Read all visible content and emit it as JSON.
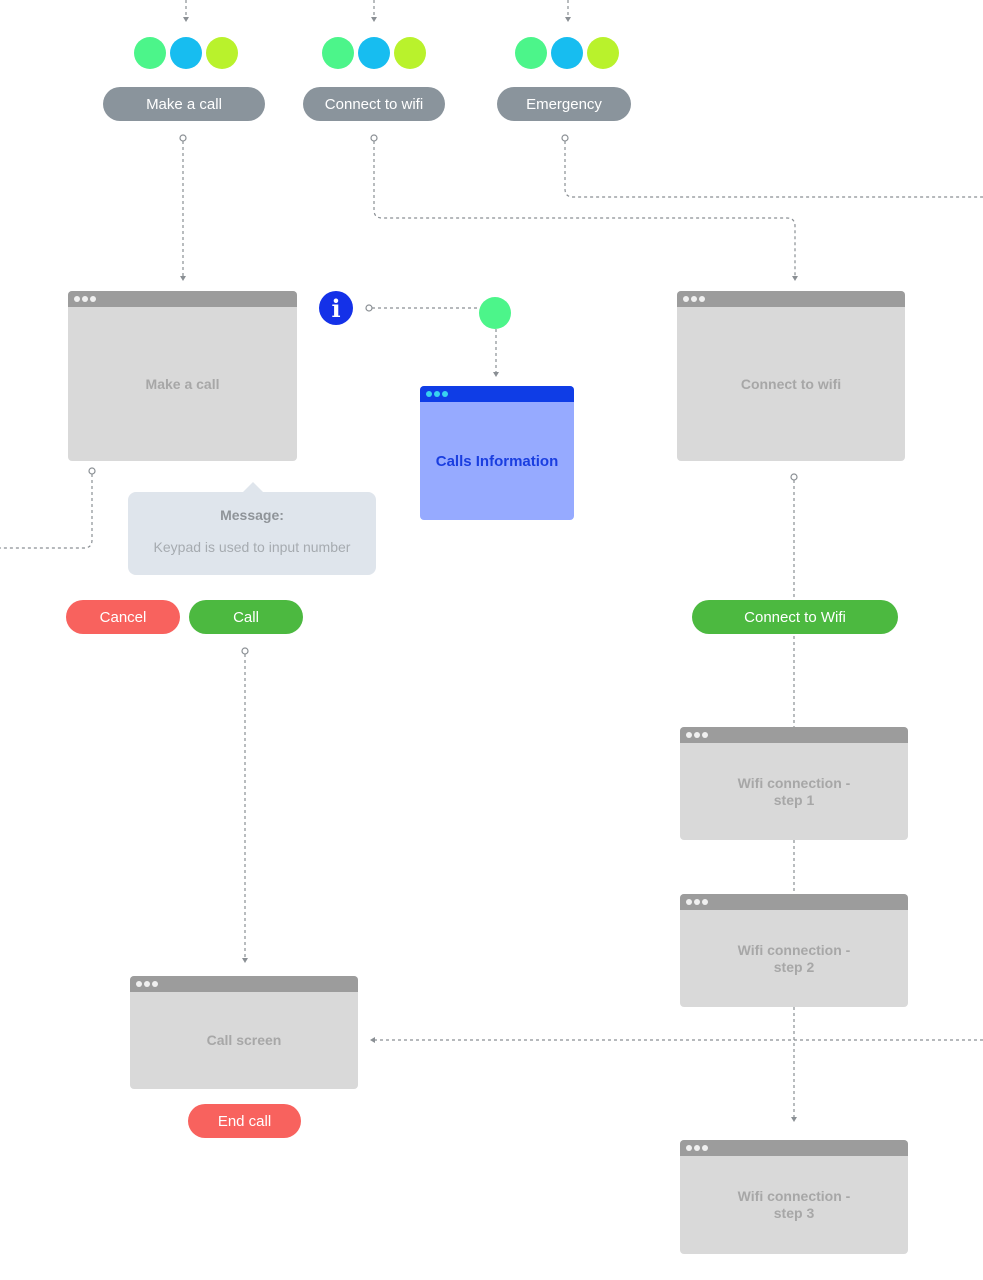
{
  "colors": {
    "dot_green": "#4cf58a",
    "dot_blue": "#17bdf0",
    "dot_lime": "#b9f22c",
    "pill_grey": "#8a949c",
    "pill_red": "#f8625e",
    "pill_green": "#4cb940",
    "window_grey": "#d9d9d9",
    "window_blue": "#96aaff",
    "info_blue": "#1431e8"
  },
  "top_actions": [
    {
      "label": "Make a call"
    },
    {
      "label": "Connect to wifi"
    },
    {
      "label": "Emergency"
    }
  ],
  "info_icon": {
    "glyph": "i",
    "icon": "info-icon"
  },
  "windows": {
    "make_call": "Make a call",
    "calls_information": "Calls Information",
    "connect_wifi": "Connect to wifi",
    "wifi_step1": "Wifi connection -\nstep 1",
    "wifi_step2": "Wifi connection -\nstep 2",
    "wifi_step3": "Wifi connection -\nstep 3",
    "call_screen": "Call screen"
  },
  "tooltip": {
    "title": "Message:",
    "body": "Keypad is used to input number"
  },
  "buttons": {
    "cancel": "Cancel",
    "call": "Call",
    "connect_wifi": "Connect to Wifi",
    "end_call": "End call"
  }
}
